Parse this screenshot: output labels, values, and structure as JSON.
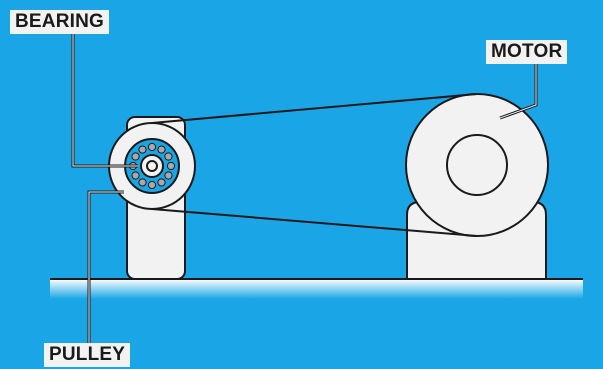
{
  "labels": {
    "bearing": "BEARING",
    "motor": "MOTOR",
    "pulley": "PULLEY"
  },
  "colors": {
    "background": "#1aa6e6",
    "component_fill": "#f2f2f2",
    "outline": "#1a1a1a",
    "bearing_ball": "#a9a9a9",
    "floor_gradient_top": "#ffffff",
    "floor_gradient_bottom": "#1aa6e6"
  }
}
